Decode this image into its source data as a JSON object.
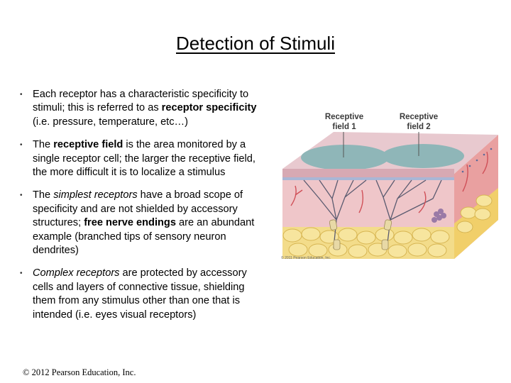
{
  "slide": {
    "title": "Detection of Stimuli",
    "bullets": [
      {
        "parts": [
          {
            "text": "Each receptor has a characteristic specificity to stimuli; this is referred to as ",
            "style": "normal"
          },
          {
            "text": "receptor specificity",
            "style": "bold"
          },
          {
            "text": " (i.e. pressure, temperature, etc…)",
            "style": "normal"
          }
        ]
      },
      {
        "parts": [
          {
            "text": "The ",
            "style": "normal"
          },
          {
            "text": "receptive field",
            "style": "bold"
          },
          {
            "text": " is the area monitored by a single receptor cell; the larger the receptive field, the more difficult it is to localize a stimulus",
            "style": "normal"
          }
        ]
      },
      {
        "parts": [
          {
            "text": "The ",
            "style": "normal"
          },
          {
            "text": "simplest receptors",
            "style": "italic"
          },
          {
            "text": " have a broad scope of specificity and are not shielded by accessory structures; ",
            "style": "normal"
          },
          {
            "text": "free nerve endings",
            "style": "bold"
          },
          {
            "text": " are an abundant example (branched tips of sensory neuron dendrites)",
            "style": "normal"
          }
        ]
      },
      {
        "parts": [
          {
            "text": "Complex receptors",
            "style": "italic"
          },
          {
            "text": " are protected by accessory cells and layers of connective tissue, shielding them from any stimulus other than one that is intended (i.e. eyes visual receptors)",
            "style": "normal"
          }
        ]
      }
    ],
    "copyright": "© 2012 Pearson Education, Inc."
  },
  "figure": {
    "label_1_line1": "Receptive",
    "label_1_line2": "field 1",
    "label_2_line1": "Receptive",
    "label_2_line2": "field 2",
    "credit": "© 2011 Pearson Education, Inc.",
    "colors": {
      "epidermis": "#e8c9cf",
      "field": "#8fb6b8",
      "dermis": "#efc6c9",
      "fat": "#f3dc8a",
      "side": "#e9a0a0",
      "nerve": "#5b5b70"
    }
  }
}
